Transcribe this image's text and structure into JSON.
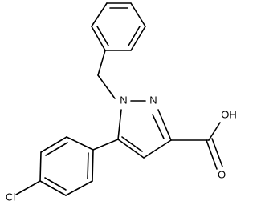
{
  "labels": {
    "n1": "N",
    "n2": "N",
    "hydroxyl": "OH",
    "oxygen": "O",
    "chlorine": "Cl"
  },
  "colors": {
    "bond": "#000000",
    "text": "#000000",
    "background": "#ffffff"
  }
}
